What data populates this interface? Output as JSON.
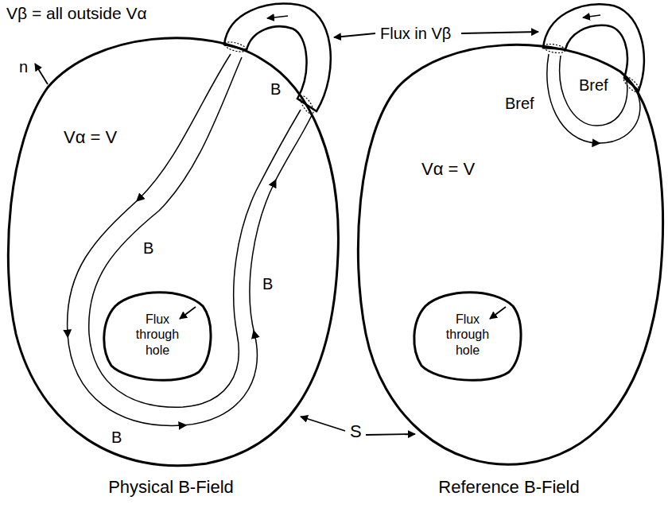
{
  "diagram": {
    "nodes": [
      {
        "text": [
          "Vα = V"
        ]
      },
      {
        "text": [
          "Flux through hole"
        ],
        "in": 0
      },
      {
        "text": [
          "Vα = V"
        ]
      },
      {
        "text": [
          "Flux through hole"
        ],
        "in": 2
      }
    ],
    "labels": [
      "Vβ = all outside Vα",
      "Flux in Vβ",
      "n",
      "B",
      "B",
      "B",
      "B",
      "Bref",
      "Bref",
      "S",
      "Physical B-Field",
      "Reference B-Field"
    ]
  }
}
